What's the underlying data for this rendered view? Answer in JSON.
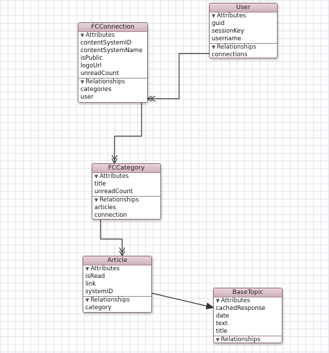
{
  "sections": {
    "attributes": "Attributes",
    "relationships": "Relationships"
  },
  "entities": {
    "user": {
      "name": "User",
      "attributes": [
        "guid",
        "sessionKey",
        "username"
      ],
      "relationships": [
        "connections"
      ]
    },
    "fcconnection": {
      "name": "FCConnection",
      "attributes": [
        "contentSystemID",
        "contentSystemName",
        "isPublic",
        "logoUrl",
        "unreadCount"
      ],
      "relationships": [
        "categories",
        "user"
      ]
    },
    "fccategory": {
      "name": "FCCategory",
      "attributes": [
        "title",
        "unreadCount"
      ],
      "relationships": [
        "articles",
        "connection"
      ]
    },
    "article": {
      "name": "Article",
      "attributes": [
        "isRead",
        "link",
        "systemID"
      ],
      "relationships": [
        "category"
      ]
    },
    "basetopic": {
      "name": "BaseTopic",
      "attributes": [
        "cachedResponse",
        "date",
        "text",
        "title"
      ],
      "relationships": []
    }
  },
  "colors": {
    "header_top": "#e9d4dc",
    "header_bottom": "#cfb2be",
    "border": "#8b6f7a",
    "grid": "#e4e4ec",
    "line": "#333333"
  }
}
